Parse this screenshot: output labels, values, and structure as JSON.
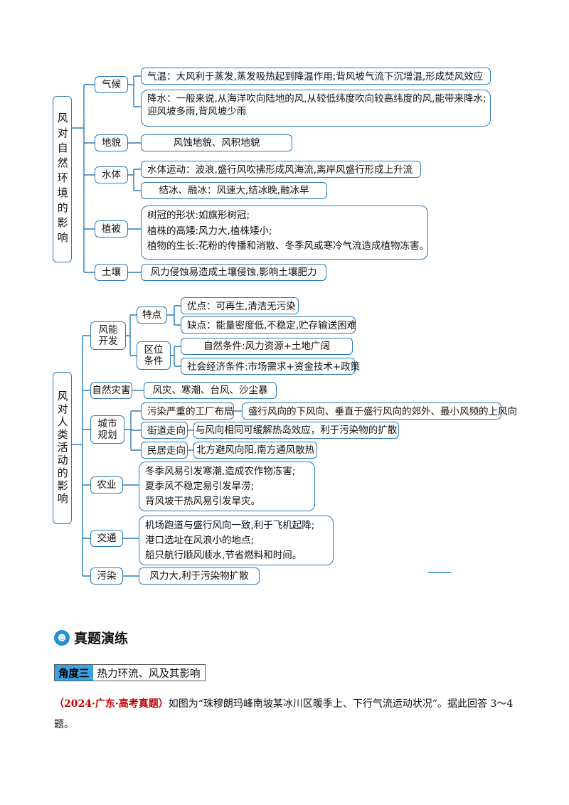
{
  "map1": {
    "root": "风对自然环境的影响",
    "branches": [
      {
        "label": "气候",
        "items": [
          {
            "lines": [
              "气温：大风利于蒸发,蒸发吸热起到降温作用;背风坡气流下沉增温,形成焚风效应"
            ]
          },
          {
            "lines": [
              "降水：一般来说,从海洋吹向陆地的风,从较低纬度吹向较高纬度的风,能带来降水;",
              "迎风坡多雨,背风坡少雨"
            ]
          }
        ]
      },
      {
        "label": "地貌",
        "items": [
          {
            "lines": [
              "风蚀地貌、风积地貌"
            ]
          }
        ]
      },
      {
        "label": "水体",
        "items": [
          {
            "lines": [
              "水体运动：波浪,盛行风吹拂形成风海流,离岸风盛行形成上升流"
            ]
          },
          {
            "lines": [
              "结冰、融冰：风速大,结冰晚,融冰早"
            ]
          }
        ]
      },
      {
        "label": "植被",
        "items": [
          {
            "lines": [
              "树冠的形状:如旗形树冠;",
              "植株的高矮:风力大,植株矮小;",
              "植物的生长:花粉的传播和消散、冬季风或寒冷气流造成植物冻害。"
            ]
          }
        ]
      },
      {
        "label": "土壤",
        "items": [
          {
            "lines": [
              "风力侵蚀易造成土壤侵蚀,影响土壤肥力"
            ]
          }
        ]
      }
    ]
  },
  "map2": {
    "root": "风对人类活动的影响",
    "wind_energy": {
      "label": "风能开发",
      "features": {
        "label": "特点",
        "items": [
          "优点：可再生,清洁无污染",
          "缺点：能量密度低,不稳定,贮存输送困难"
        ]
      },
      "location": {
        "label": "区位条件",
        "items": [
          "自然条件:风力资源+土地广阔",
          "社会经济条件:市场需求+资金技术+政策"
        ]
      }
    },
    "disaster": {
      "label": "自然灾害",
      "text": "风灾、寒潮、台风、沙尘暴"
    },
    "urban": {
      "label": "城市规划",
      "rows": [
        {
          "label": "污染严重的工厂布局",
          "text": "盛行风向的下风向、垂直于盛行风向的郊外、最小风频的上风向"
        },
        {
          "label": "街道走向",
          "text": "与风向相同可缓解热岛效应，利于污染物的扩散"
        },
        {
          "label": "民居走向",
          "text": "北方避风向阳,南方通风散热"
        }
      ]
    },
    "agriculture": {
      "label": "农业",
      "lines": [
        "冬季风易引发寒潮,造成农作物冻害;",
        "夏季风不稳定易引发旱涝;",
        "背风坡干热风易引发旱灾。"
      ]
    },
    "transport": {
      "label": "交通",
      "lines": [
        "机场跑道与盛行风向一致,利于飞机起降;",
        "港口选址在风浪小的地点;",
        "船只航行顺风顺水,节省燃料和时间。"
      ]
    },
    "pollution": {
      "label": "污染",
      "text": "风力大,利于污染物扩散"
    }
  },
  "section": {
    "icon": "people-icon",
    "title": "真题演练"
  },
  "angle": {
    "tag": "角度三",
    "title": "热力环流、风及其影响"
  },
  "question": {
    "source": "（2024·广东·高考真题）",
    "text": "如图为“珠穆朗玛峰南坡某冰川区暖季上、下行气流运动状况”。据此回答 3～4 题。"
  },
  "colors": {
    "line": "#2b7bb9",
    "tag": "#3aa2e0",
    "source": "#c00000"
  }
}
